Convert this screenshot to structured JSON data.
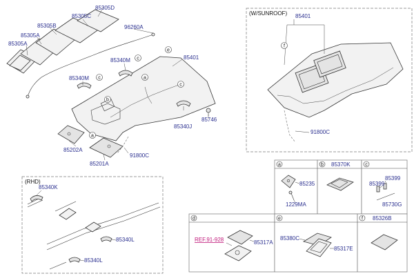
{
  "main": {
    "parts": {
      "pad_d": "85305D",
      "pad_c": "85305C",
      "pad_b": "85305B",
      "pad_a1": "85305A",
      "pad_a2": "85305A",
      "wire_96260a": "96260A",
      "handle_85340m": "85340M",
      "handle_85340m_left": "85340M",
      "headliner": "85401",
      "handle_85340j": "85340J",
      "clip_85746": "85746",
      "visor_85202a": "85202A",
      "visor_85201a": "85201A",
      "harness_91800c": "91800C"
    },
    "callouts": [
      "c",
      "c",
      "b",
      "a",
      "a",
      "c",
      "e"
    ]
  },
  "sunroof": {
    "title": "(W/SUNROOF)",
    "parts": {
      "headliner": "85401",
      "harness": "91800C"
    },
    "callout": "f"
  },
  "rhd": {
    "title": "(RHD)",
    "parts": {
      "k": "85340K",
      "l1": "85340L",
      "l2": "85340L"
    }
  },
  "cells": [
    {
      "letter": "a",
      "parts": [
        "85235",
        "1229MA"
      ]
    },
    {
      "letter": "b",
      "parts": [
        "85370K"
      ]
    },
    {
      "letter": "c",
      "parts": [
        "85399",
        "85399",
        "85730G"
      ]
    },
    {
      "letter": "d",
      "parts": [
        "REF.91-928",
        "85317A"
      ]
    },
    {
      "letter": "e",
      "parts": [
        "85380C",
        "85317E"
      ]
    },
    {
      "letter": "f",
      "parts": [
        "85326B"
      ]
    }
  ]
}
